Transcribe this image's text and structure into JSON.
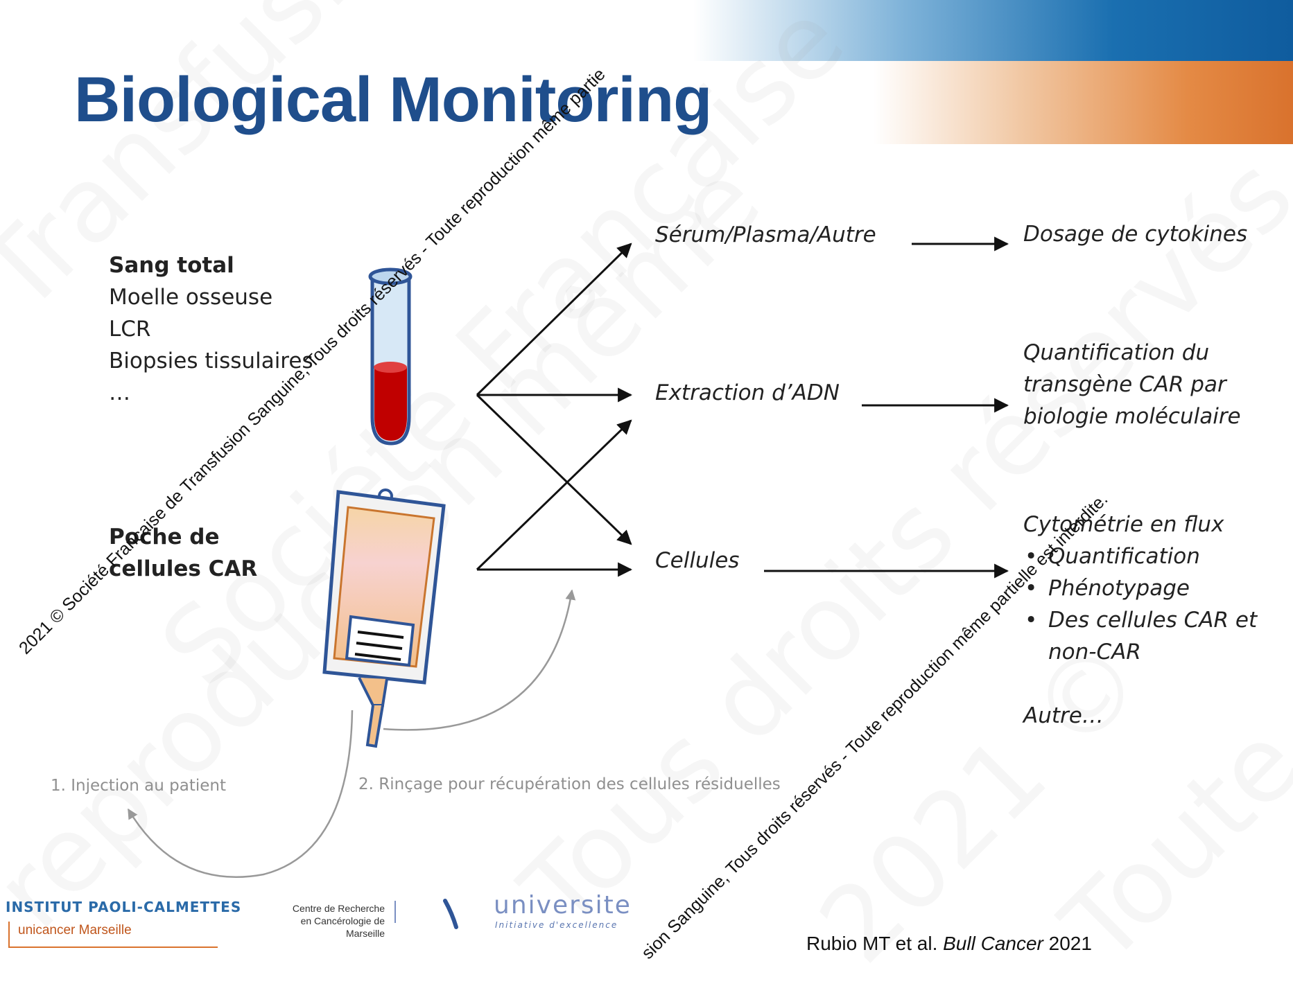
{
  "title": "Biological Monitoring",
  "sources": {
    "label_bold": "Sang total",
    "items": [
      "Moelle osseuse",
      "LCR",
      "Biopsies tissulaires",
      "…"
    ]
  },
  "bag_label": {
    "line1": "Poche de",
    "line2": "cellules CAR"
  },
  "middle": {
    "serum": "Sérum/Plasma/Autre",
    "adn": "Extraction d’ADN",
    "cellules": "Cellules"
  },
  "outputs": {
    "cytokines": "Dosage de cytokines",
    "transgene": [
      "Quantification du",
      "transgène CAR par",
      "biologie moléculaire"
    ],
    "cytometrie": "Cytométrie en flux",
    "bullets": [
      "Quantification",
      "Phénotypage",
      "Des cellules CAR et"
    ],
    "bullet_cont": "non-CAR",
    "autre": "Autre…"
  },
  "steps": {
    "injection": "1. Injection au patient",
    "rincage": "2. Rinçage pour récupération des cellules résiduelles"
  },
  "watermark": {
    "upper": "2021 © Société Française de Transfusion Sanguine, Tous droits réservés - Toute reproduction même partie",
    "lower": "sion Sanguine, Tous droits réservés - Toute reproduction même partielle est interdite."
  },
  "bg_watermark": [
    "Transfusion Sanguine",
    "Société Française",
    "Tous droits réservés",
    "reproduction même",
    "2021 ©",
    "Toute"
  ],
  "footer": {
    "ipc": "INSTITUT PAOLI-CALMETTES",
    "unicancer": "unicancer  Marseille",
    "crcm_line1": "Centre de Recherche",
    "crcm_line2": "en Cancérologie de Marseille",
    "univ": "universite",
    "univ_sub": "Initiative d'excellence"
  },
  "citation": {
    "authors": "Rubio MT et al. ",
    "journal": "Bull Cancer",
    "year": " 2021"
  },
  "colors": {
    "title": "#1f4e8c",
    "blood": "#c00000",
    "tube_liquid": "#cfe3f3",
    "bag_outline": "#2f5597",
    "orange": "#d9722d",
    "blue_bar": "#0f5c9e"
  }
}
